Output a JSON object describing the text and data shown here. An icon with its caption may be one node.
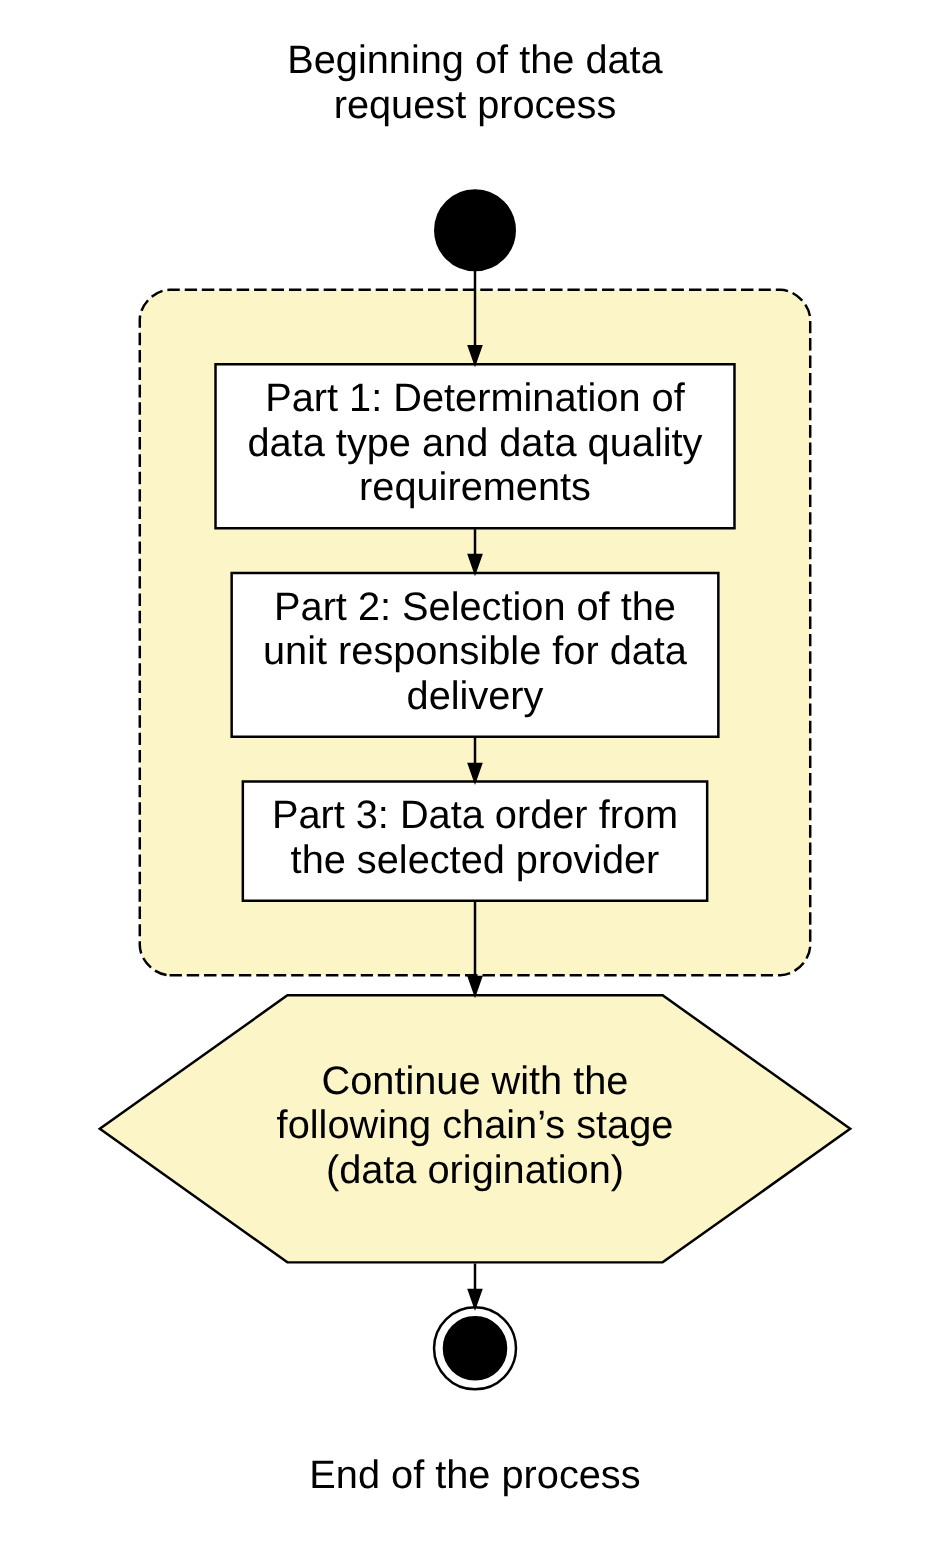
{
  "diagram": {
    "nodes": [
      {
        "text": [],
        "shape": "circle",
        "beside": [
          "Beginning of the data request process"
        ]
      },
      {
        "text": [],
        "shape": "box"
      },
      {
        "text": [
          "Part 1: Determination of data type and data quality requirements"
        ],
        "in": 1
      },
      {
        "text": [
          "Part 2: Selection of the unit responsible for data delivery"
        ],
        "in": 1
      },
      {
        "text": [
          "Part 3: Data order from the selected provider"
        ],
        "in": 1
      },
      {
        "text": [
          "Continue with the following chain’s stage (data origination)"
        ]
      },
      {
        "text": [],
        "shape": "circle",
        "beside": [
          "End of the process"
        ]
      }
    ],
    "edges": [
      {
        "from": 0,
        "to": 2,
        "arrow": "to"
      },
      {
        "from": 2,
        "to": 3,
        "arrow": "to"
      },
      {
        "from": 3,
        "to": 4,
        "arrow": "to"
      },
      {
        "from": 4,
        "to": 5,
        "arrow": "to"
      },
      {
        "from": 5,
        "to": 6,
        "arrow": "to"
      }
    ]
  }
}
